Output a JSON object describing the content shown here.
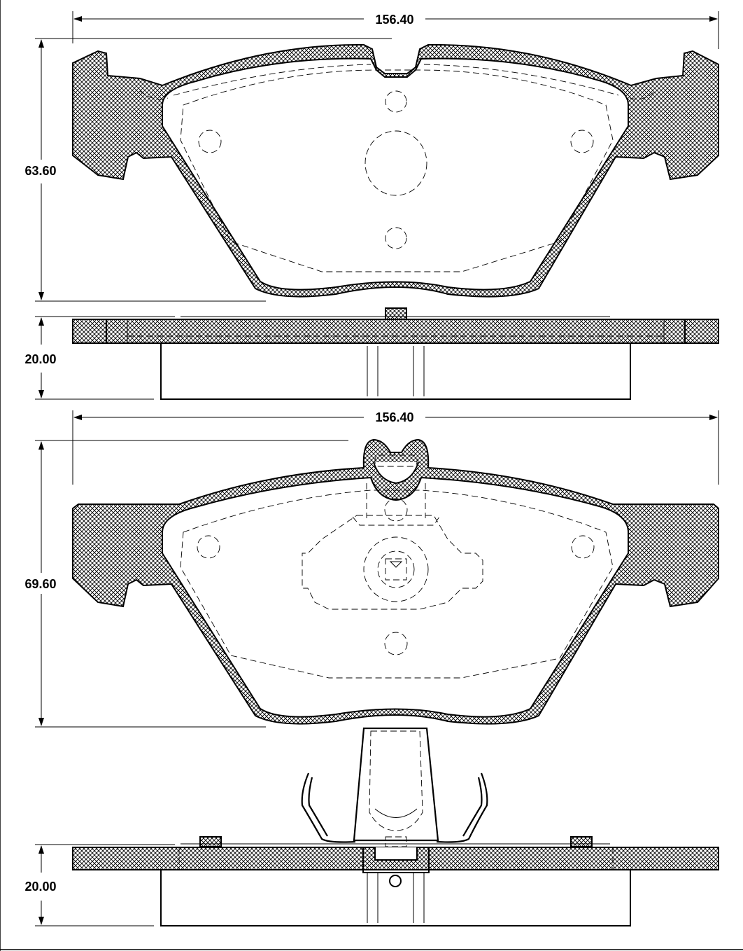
{
  "dimensions": {
    "top_pad": {
      "width": "156.40",
      "height": "63.60",
      "thickness": "20.00"
    },
    "bottom_pad": {
      "width": "156.40",
      "height": "69.60",
      "thickness": "20.00"
    }
  }
}
